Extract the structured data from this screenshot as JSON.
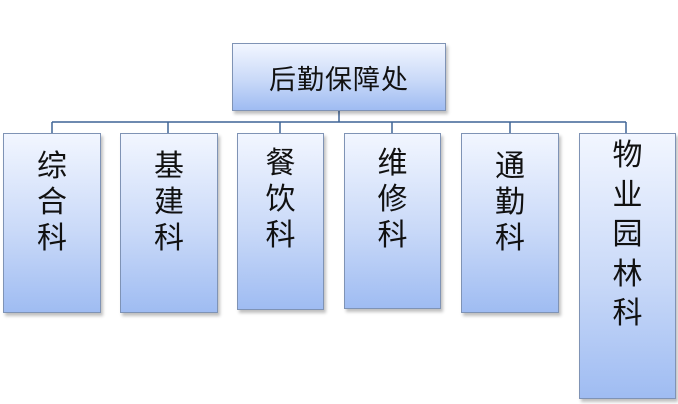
{
  "root": {
    "label": "后勤保障处"
  },
  "departments": [
    {
      "label": "综合科"
    },
    {
      "label": "基建科"
    },
    {
      "label": "餐饮科"
    },
    {
      "label": "维修科"
    },
    {
      "label": "通勤科"
    },
    {
      "label": "物业园林科"
    }
  ]
}
